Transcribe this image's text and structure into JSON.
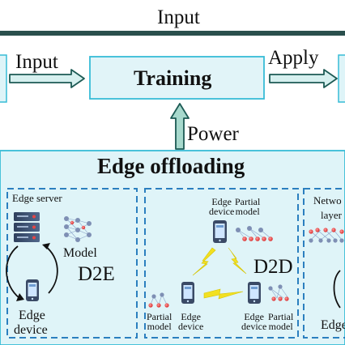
{
  "top_flow": {
    "input_top": "Input",
    "input_left": "Input",
    "training": "Training",
    "apply": "Apply",
    "power": "Power"
  },
  "edge_offloading": {
    "title": "Edge offloading",
    "d2e": {
      "edge_server": "Edge server",
      "model": "Model",
      "mode": "D2E",
      "edge_device_1": "Edge",
      "edge_device_2": "device"
    },
    "d2d": {
      "top_edge_device_1": "Edge",
      "top_edge_device_2": "device",
      "top_partial_model_1": "Partial",
      "top_partial_model_2": "model",
      "mode": "D2D",
      "left_partial_1": "Partial",
      "left_partial_2": "model",
      "left_edge_1": "Edge",
      "left_edge_2": "device",
      "right_edge_1": "Edge",
      "right_edge_2": "device",
      "right_partial_1": "Partial",
      "right_partial_2": "model"
    },
    "network": {
      "label_1": "Netwo",
      "label_2": "layer",
      "edge": "Edge"
    }
  },
  "colors": {
    "panel_fill": "#dff4f8",
    "border_cyan": "#37bcd6",
    "dashed_blue": "#2b7fbf",
    "arrow_fill": "#d6f0ef",
    "arrow_stroke": "#1c5a54",
    "power_fill": "#a7d9cd",
    "lightning": "#f2e022"
  }
}
